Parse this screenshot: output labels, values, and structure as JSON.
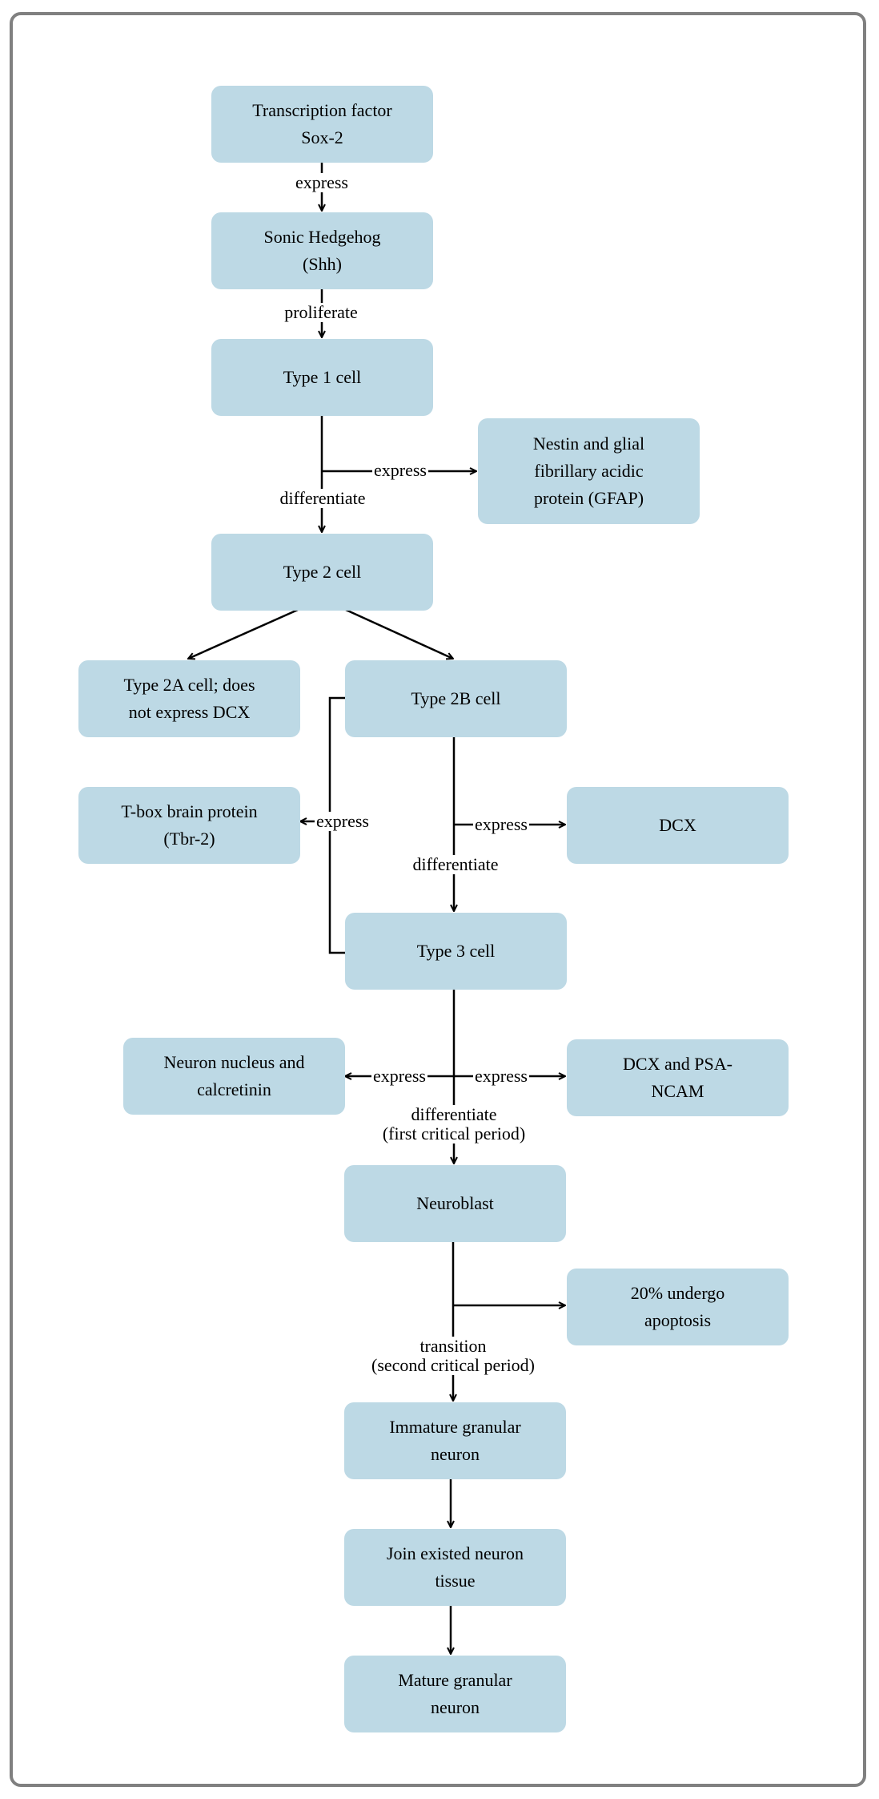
{
  "nodes": {
    "sox2": "Transcription factor\nSox-2",
    "shh": "Sonic Hedgehog\n(Shh)",
    "type1": "Type 1 cell",
    "nestin": "Nestin and glial\nfibrillary acidic\nprotein (GFAP)",
    "type2": "Type 2 cell",
    "type2a": "Type 2A cell; does\nnot express DCX",
    "type2b": "Type 2B cell",
    "tbr2": "T-box brain protein\n(Tbr-2)",
    "dcx": "DCX",
    "type3": "Type 3 cell",
    "neun": "Neuron nucleus and\ncalcretinin",
    "dcx_psa": "DCX and PSA-\nNCAM",
    "neuroblast": "Neuroblast",
    "apoptosis": "20% undergo\napoptosis",
    "immature": "Immature granular\nneuron",
    "join": "Join existed neuron\ntissue",
    "mature": "Mature granular\nneuron"
  },
  "edges": {
    "express_1": "express",
    "proliferate": "proliferate",
    "express_nestin": "express",
    "differentiate_1": "differentiate",
    "express_tbr2": "express",
    "express_dcx": "express",
    "differentiate_2": "differentiate",
    "express_neun": "express",
    "express_dcx_psa": "express",
    "differentiate_3": "differentiate\n(first critical period)",
    "transition": "transition\n(second critical period)"
  },
  "colors": {
    "node_fill": "#bdd9e5",
    "line": "#000000",
    "frame": "#808080"
  }
}
